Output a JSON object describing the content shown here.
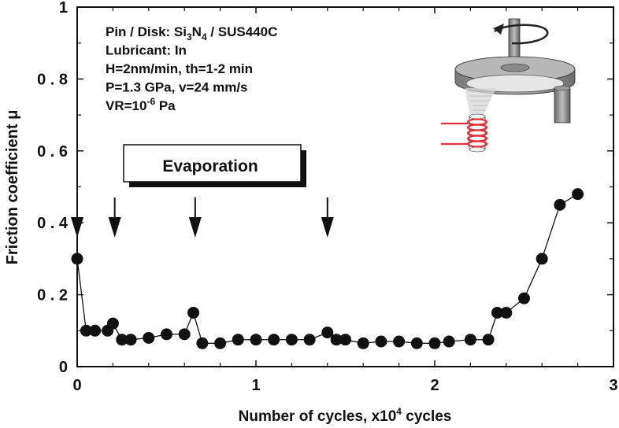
{
  "chart_data": {
    "type": "line",
    "xlabel": "Number of cycles, x10",
    "xlabel_sup": "4",
    "xlabel_tail": " cycles",
    "ylabel": "Friction coefficient μ",
    "xlim": [
      0,
      3
    ],
    "ylim": [
      0,
      1
    ],
    "x_ticks": [
      0,
      1,
      2,
      3
    ],
    "y_ticks": [
      0,
      0.2,
      0.4,
      0.6,
      0.8,
      1
    ],
    "x_tick_labels": [
      "0",
      "1",
      "2",
      "3"
    ],
    "y_tick_labels": [
      "0",
      "0 . 2",
      "0 . 4",
      "0 . 6",
      "0 . 8",
      "1"
    ],
    "grid": false,
    "series": [
      {
        "x": [
          0.0,
          0.05,
          0.1,
          0.17,
          0.2,
          0.25,
          0.3,
          0.4,
          0.5,
          0.6,
          0.65,
          0.7,
          0.8,
          0.9,
          1.0,
          1.1,
          1.2,
          1.3,
          1.4,
          1.45,
          1.5,
          1.6,
          1.7,
          1.8,
          1.9,
          2.0,
          2.08,
          2.2,
          2.3,
          2.35,
          2.4,
          2.5,
          2.6,
          2.7,
          2.8
        ],
        "y": [
          0.3,
          0.1,
          0.1,
          0.1,
          0.12,
          0.075,
          0.075,
          0.08,
          0.09,
          0.09,
          0.15,
          0.065,
          0.065,
          0.075,
          0.075,
          0.075,
          0.075,
          0.075,
          0.095,
          0.075,
          0.075,
          0.065,
          0.07,
          0.07,
          0.065,
          0.065,
          0.07,
          0.075,
          0.075,
          0.15,
          0.15,
          0.19,
          0.3,
          0.45,
          0.48
        ],
        "color": "#111111"
      }
    ],
    "evaporation_arrows_x": [
      0.0,
      0.21,
      0.66,
      1.4
    ],
    "annotations": {
      "evaporation": "Evaporation",
      "conditions": [
        {
          "parts": [
            [
              "Pin / Disk: Si",
              ""
            ],
            [
              "3",
              "sub"
            ],
            [
              "N",
              ""
            ],
            [
              "4",
              "sub"
            ],
            [
              " / SUS440C",
              ""
            ]
          ]
        },
        {
          "parts": [
            [
              "Lubricant: In",
              ""
            ]
          ]
        },
        {
          "parts": [
            [
              "H=2nm/min, th=1-2 min",
              ""
            ]
          ]
        },
        {
          "parts": [
            [
              "P=1.3 GPa, v=24 mm/s",
              ""
            ]
          ]
        },
        {
          "parts": [
            [
              "VR=10",
              ""
            ],
            [
              "-6",
              "sup"
            ],
            [
              " Pa",
              ""
            ]
          ]
        }
      ]
    },
    "colors": {
      "marker": "#111111",
      "heater_coil": "#e0303a",
      "disk_body": "#8c8c8c"
    }
  }
}
